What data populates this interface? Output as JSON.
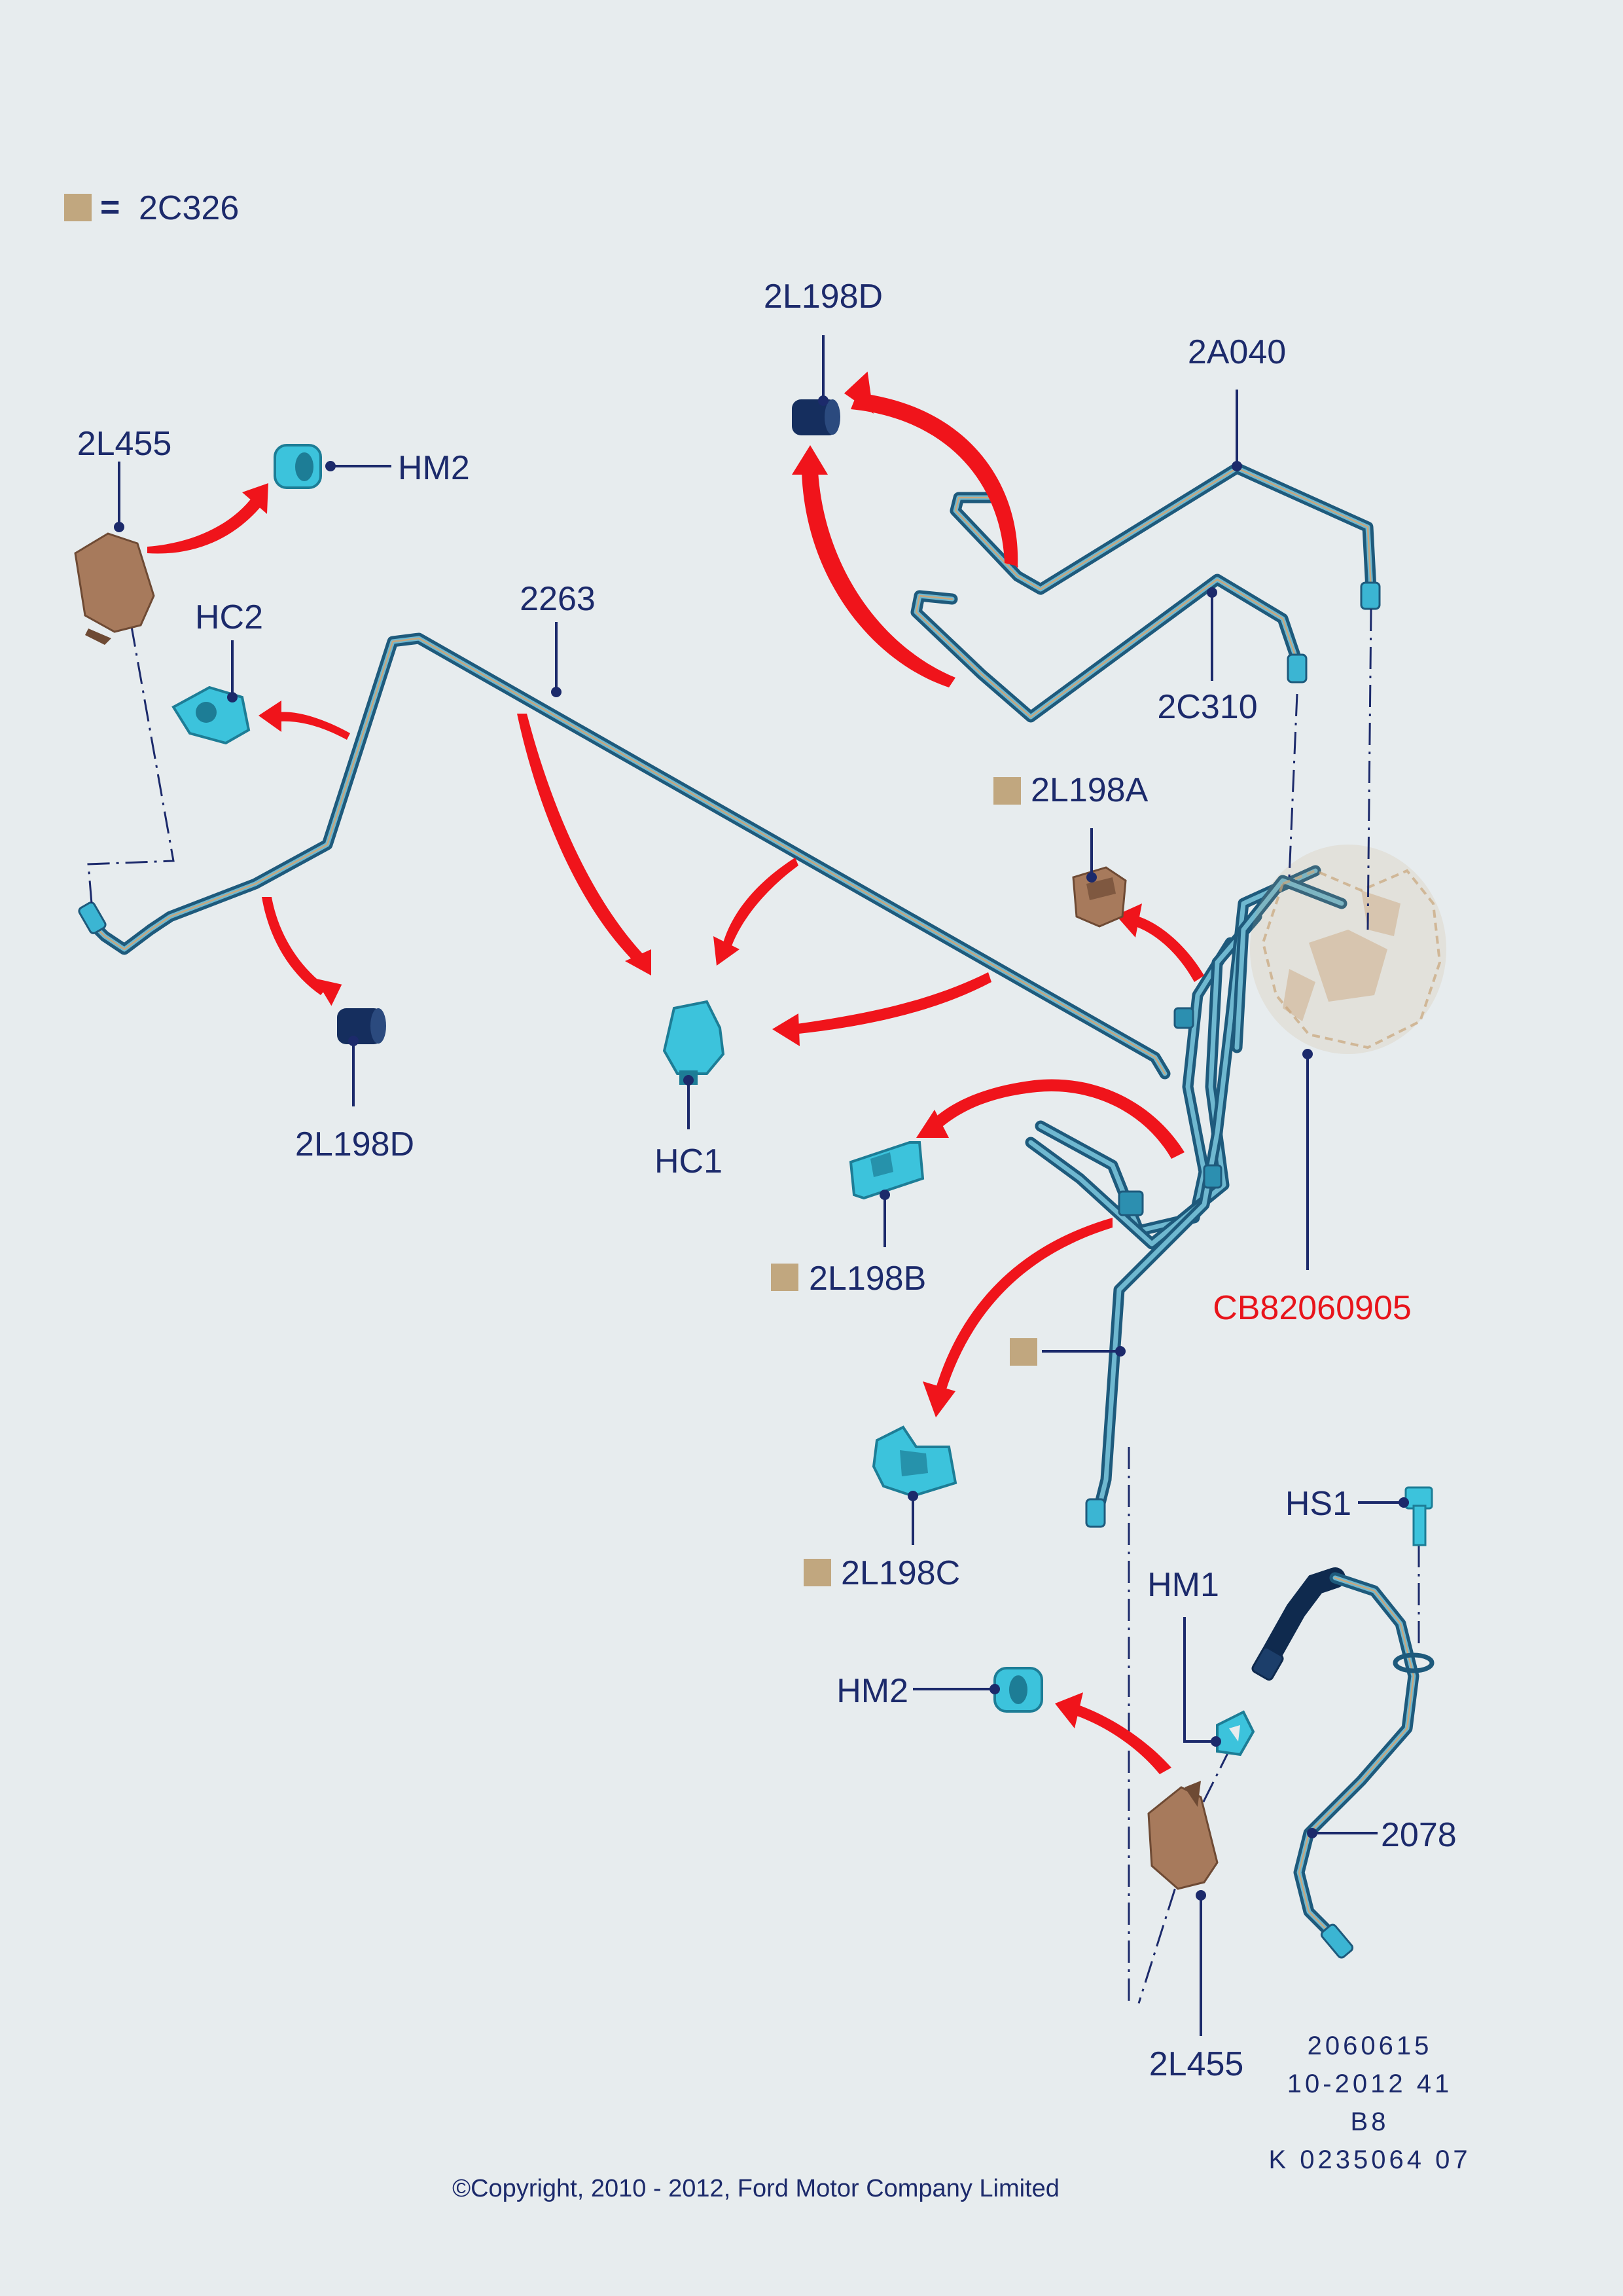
{
  "legend": {
    "code": "2C326",
    "equals": "=",
    "swatch_color": "#c1a77f"
  },
  "labels": {
    "p_2L198D_top": "2L198D",
    "p_2A040": "2A040",
    "p_2L455_left": "2L455",
    "p_HM2_left": "HM2",
    "p_2263": "2263",
    "p_HC2": "HC2",
    "p_2C310": "2C310",
    "p_2L198A": "2L198A",
    "p_2L198D_left": "2L198D",
    "p_HC1": "HC1",
    "p_2L198B": "2L198B",
    "p_CB": "CB82060905",
    "p_HS1": "HS1",
    "p_2L198C": "2L198C",
    "p_HM1": "HM1",
    "p_HM2_bottom": "HM2",
    "p_2078": "2078",
    "p_2L455_bottom": "2L455"
  },
  "colors": {
    "background": "#e7ecee",
    "label": "#1c2a6b",
    "arrow": "#f0141b",
    "pipe": "#1e5a7c",
    "clip_cyan": "#3cc3dc",
    "grommet_navy": "#152e5e",
    "bracket_bronze": "#a77a5c",
    "crossref_red": "#e8141b"
  },
  "footer": {
    "ref_lines": [
      "2060615",
      "10-2012 41",
      "B8",
      "K 0235064 07"
    ],
    "copyright": "©Copyright, 2010 - 2012, Ford Motor Company Limited"
  }
}
